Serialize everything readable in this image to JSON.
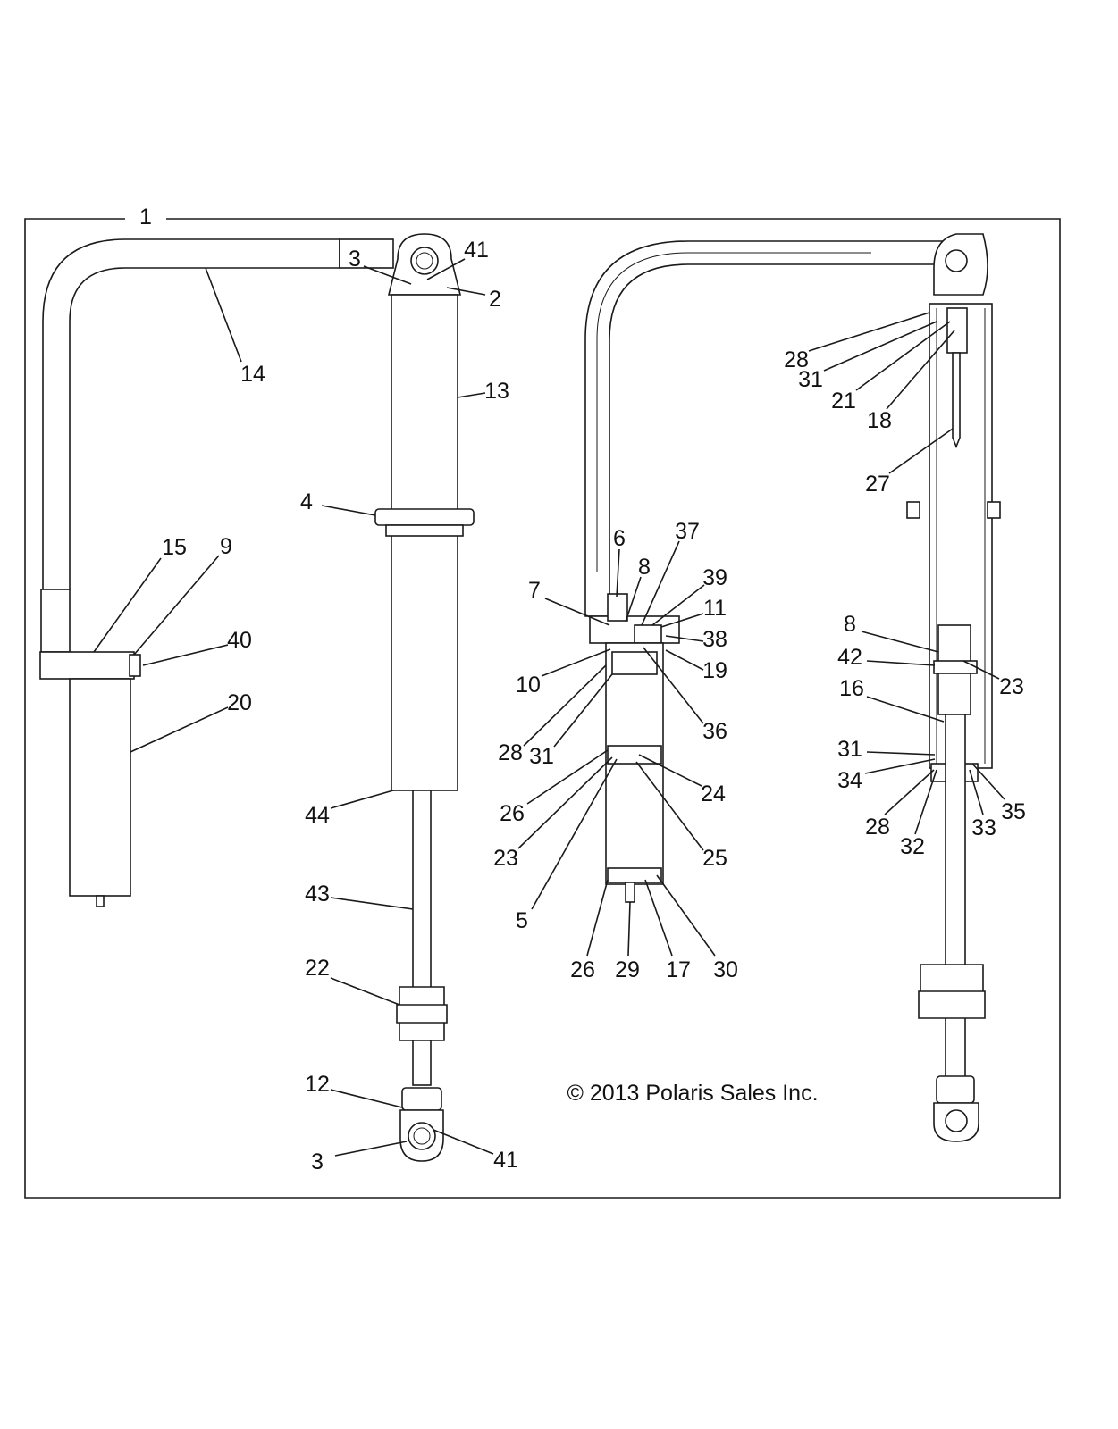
{
  "diagram": {
    "assembly_label": "1",
    "copyright": "© 2013 Polaris Sales Inc.",
    "callouts": [
      "3",
      "41",
      "2",
      "14",
      "13",
      "4",
      "15",
      "9",
      "40",
      "20",
      "44",
      "43",
      "22",
      "12",
      "3",
      "41",
      "6",
      "8",
      "37",
      "39",
      "11",
      "7",
      "38",
      "19",
      "10",
      "36",
      "28",
      "31",
      "26",
      "24",
      "23",
      "25",
      "5",
      "26",
      "29",
      "17",
      "30",
      "28",
      "31",
      "21",
      "18",
      "27",
      "8",
      "42",
      "23",
      "16",
      "31",
      "34",
      "28",
      "32",
      "33",
      "35"
    ]
  }
}
